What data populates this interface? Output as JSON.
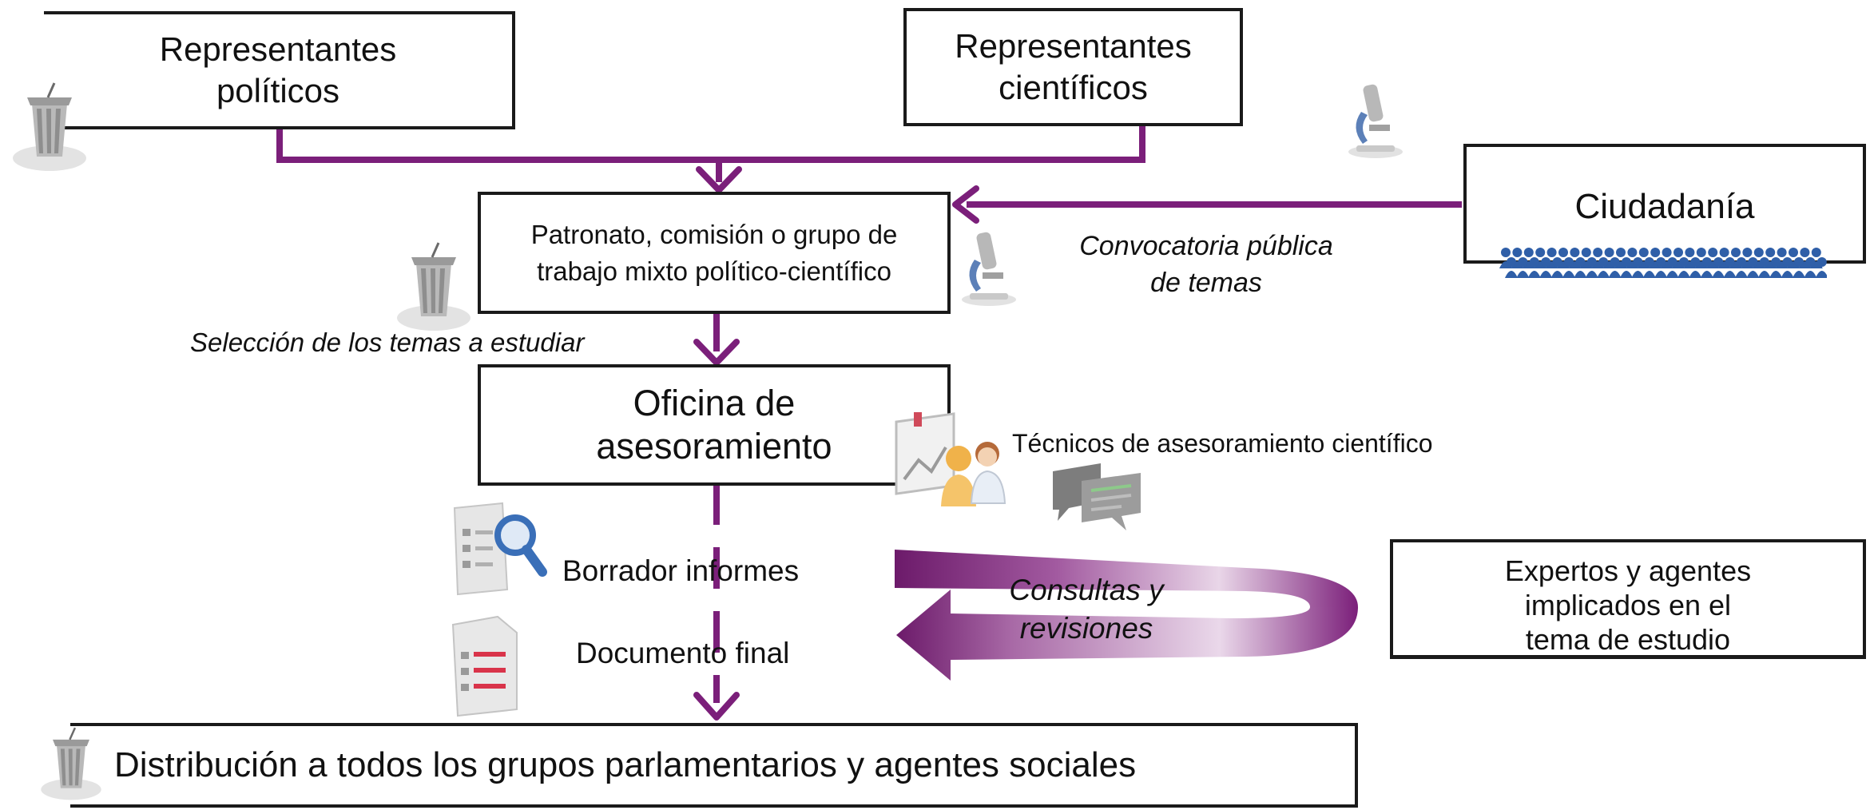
{
  "nodes": {
    "political": {
      "line1": "Representantes",
      "line2": "políticos"
    },
    "scientific": {
      "line1": "Representantes",
      "line2": "científicos"
    },
    "citizens": {
      "label": "Ciudadanía"
    },
    "board": {
      "line1": "Patronato, comisión o grupo de",
      "line2": "trabajo mixto político-científico"
    },
    "office": {
      "line1": "Oficina de",
      "line2": "asesoramiento"
    },
    "experts": {
      "line1": "Expertos y agentes",
      "line2": "implicados en el",
      "line3": "tema de estudio"
    },
    "distribution": {
      "label": "Distribución a todos los grupos parlamentarios y agentes sociales"
    }
  },
  "labels": {
    "call_line1": "Convocatoria pública",
    "call_line2": "de temas",
    "selection": "Selección de los temas a estudiar",
    "technicians": "Técnicos de asesoramiento científico",
    "draft": "Borrador informes",
    "final": "Documento final",
    "consult_line1": "Consultas y",
    "consult_line2": "revisiones"
  },
  "icons": {
    "podium": "podium-icon",
    "microscope": "microscope-icon",
    "crowd": "crowd-icon",
    "presentation": "presentation-icon",
    "chat": "chat-bubbles-icon",
    "document_search": "document-search-icon",
    "document_list": "document-list-icon"
  },
  "colors": {
    "connector": "#7b1f7a",
    "box_border": "#1a1a1a",
    "crowd": "#2f5fa8",
    "loop_dark": "#6c1a6a",
    "loop_light": "#e6cfe6"
  }
}
